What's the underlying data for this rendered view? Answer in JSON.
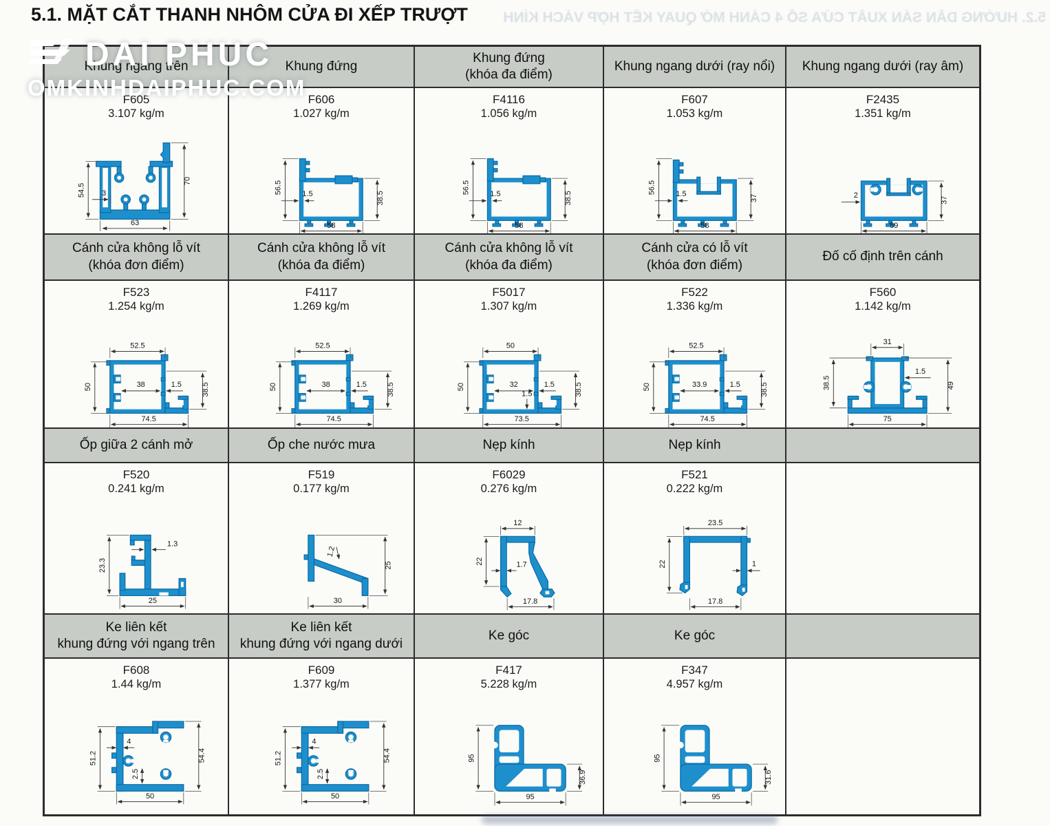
{
  "page": {
    "title": "5.1. MẶT CẮT THANH NHÔM CỬA ĐI XẾP TRƯỢT",
    "bleed_text": "5.2. HƯỚNG DẪN SẢN XUẤT CỬA SỔ 4 CÁNH MỞ QUAY KẾT HỢP VÁCH KÍNH"
  },
  "logo": {
    "name": "DAI PHUC",
    "website": "OMKINHDAIPHUC.COM",
    "icon": "stripes-icon"
  },
  "colors": {
    "profile_fill": "#1e8fcd",
    "profile_stroke": "#0c6ba3",
    "header_bg": "#c7ccc6",
    "border": "#2c2c2c",
    "paper": "#fbfbf8"
  },
  "headers": {
    "r1": [
      "Khung ngang trên",
      "Khung đứng",
      "Khung đứng\n(khóa đa điểm)",
      "Khung ngang dưới (ray nổi)",
      "Khung ngang dưới (ray âm)"
    ],
    "r2": [
      "Cánh cửa không lỗ vít\n(khóa đơn điểm)",
      "Cánh cửa không lỗ vít\n(khóa đa điểm)",
      "Cánh cửa không lỗ vít\n(khóa đa điểm)",
      "Cánh cửa có lỗ vít\n(khóa đơn điểm)",
      "Đố cố định trên cánh"
    ],
    "r3": [
      "Ốp giữa 2 cánh mở",
      "Ốp che nước mưa",
      "Nẹp kính",
      "Nẹp kính",
      ""
    ],
    "r4": [
      "Ke liên kết\nkhung đứng với ngang trên",
      "Ke liên kết\nkhung đứng với ngang dưới",
      "Ke góc",
      "Ke góc",
      ""
    ]
  },
  "cells": {
    "r1c1": {
      "code": "F605",
      "weight": "3.107 kg/m",
      "dims": [
        "54.5",
        "3",
        "63",
        "70"
      ]
    },
    "r1c2": {
      "code": "F606",
      "weight": "1.027 kg/m",
      "dims": [
        "56.5",
        "1.5",
        "58",
        "38.5"
      ]
    },
    "r1c3": {
      "code": "F4116",
      "weight": "1.056 kg/m",
      "dims": [
        "56.5",
        "1.5",
        "58",
        "38.5"
      ]
    },
    "r1c4": {
      "code": "F607",
      "weight": "1.053 kg/m",
      "dims": [
        "56.5",
        "1.5",
        "58",
        "37"
      ]
    },
    "r1c5": {
      "code": "F2435",
      "weight": "1.351 kg/m",
      "dims": [
        "2",
        "59",
        "37"
      ]
    },
    "r2c1": {
      "code": "F523",
      "weight": "1.254 kg/m",
      "dims": [
        "52.5",
        "38",
        "1.5",
        "50",
        "74.5",
        "38.5"
      ]
    },
    "r2c2": {
      "code": "F4117",
      "weight": "1.269 kg/m",
      "dims": [
        "52.5",
        "38",
        "1.5",
        "50",
        "74.5",
        "38.5"
      ]
    },
    "r2c3": {
      "code": "F5017",
      "weight": "1.307 kg/m",
      "dims": [
        "50",
        "32",
        "1.5",
        "50",
        "73.5",
        "38.5",
        "1.5"
      ]
    },
    "r2c4": {
      "code": "F522",
      "weight": "1.336 kg/m",
      "dims": [
        "52.5",
        "33.9",
        "1.5",
        "50",
        "74.5",
        "38.5"
      ]
    },
    "r2c5": {
      "code": "F560",
      "weight": "1.142 kg/m",
      "dims": [
        "31",
        "1.5",
        "38.5",
        "75",
        "49"
      ]
    },
    "r3c1": {
      "code": "F520",
      "weight": "0.241 kg/m",
      "dims": [
        "1.3",
        "23.3",
        "25"
      ]
    },
    "r3c2": {
      "code": "F519",
      "weight": "0.177 kg/m",
      "dims": [
        "1.2",
        "30",
        "25"
      ]
    },
    "r3c3": {
      "code": "F6029",
      "weight": "0.276 kg/m",
      "dims": [
        "12",
        "22",
        "1.7",
        "17.8"
      ]
    },
    "r3c4": {
      "code": "F521",
      "weight": "0.222 kg/m",
      "dims": [
        "23.5",
        "22",
        "1",
        "17.8"
      ]
    },
    "r4c1": {
      "code": "F608",
      "weight": "1.44 kg/m",
      "dims": [
        "51.2",
        "4",
        "2.5",
        "50",
        "54.4"
      ]
    },
    "r4c2": {
      "code": "F609",
      "weight": "1.377 kg/m",
      "dims": [
        "51.2",
        "4",
        "2.5",
        "50",
        "54.4"
      ]
    },
    "r4c3": {
      "code": "F417",
      "weight": "5.228 kg/m",
      "dims": [
        "95",
        "95",
        "36.9"
      ]
    },
    "r4c4": {
      "code": "F347",
      "weight": "4.957 kg/m",
      "dims": [
        "95",
        "95",
        "31.6"
      ]
    }
  }
}
